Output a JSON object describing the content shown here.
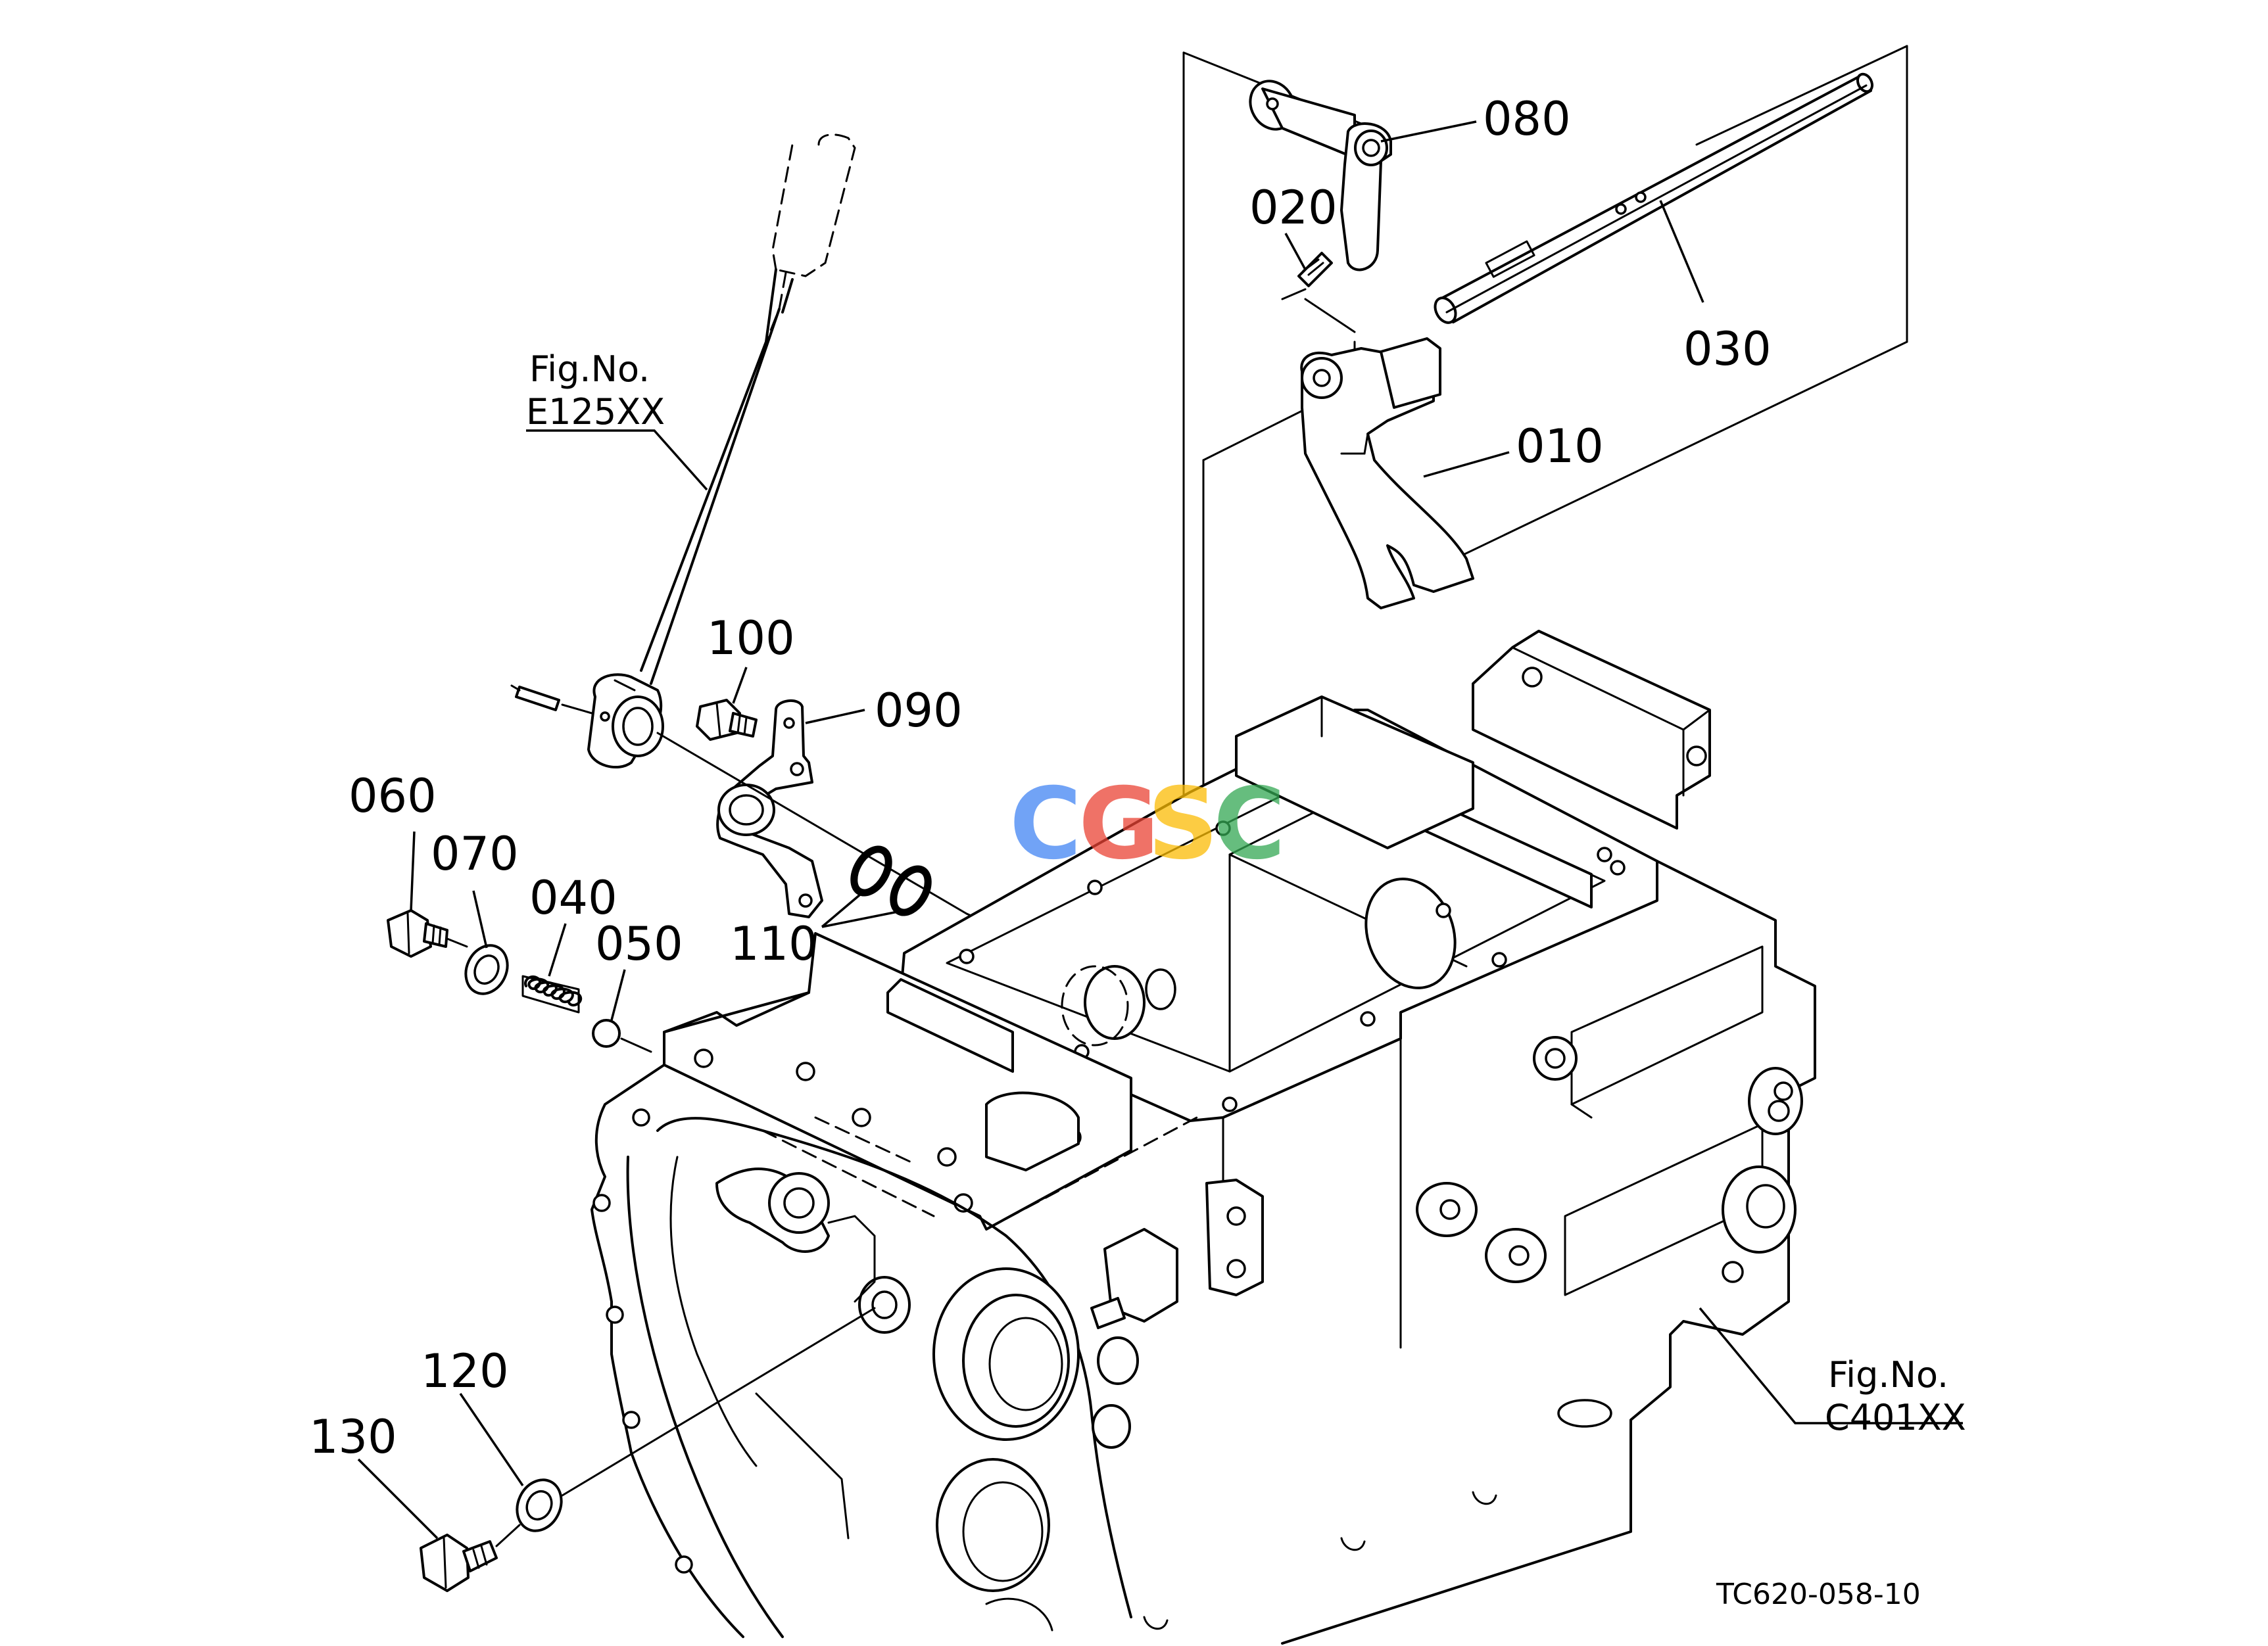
{
  "parts": [
    {
      "id": "p010",
      "label": "010"
    },
    {
      "id": "p020",
      "label": "020"
    },
    {
      "id": "p030",
      "label": "030"
    },
    {
      "id": "p040",
      "label": "040"
    },
    {
      "id": "p050",
      "label": "050"
    },
    {
      "id": "p060",
      "label": "060"
    },
    {
      "id": "p070",
      "label": "070"
    },
    {
      "id": "p080",
      "label": "080"
    },
    {
      "id": "p090",
      "label": "090"
    },
    {
      "id": "p100",
      "label": "100"
    },
    {
      "id": "p110",
      "label": "110"
    },
    {
      "id": "p120",
      "label": "120"
    },
    {
      "id": "p130",
      "label": "130"
    }
  ],
  "references": [
    {
      "line1": "Fig.No.",
      "line2": "E125XX"
    },
    {
      "line1": "Fig.No.",
      "line2": "C401XX"
    }
  ],
  "drawing_code": "TC620-058-10",
  "watermark": {
    "letters": [
      "C",
      "G",
      "S",
      "C"
    ],
    "colors": [
      "#4285F4",
      "#EA4335",
      "#FBBC05",
      "#34A853"
    ]
  }
}
